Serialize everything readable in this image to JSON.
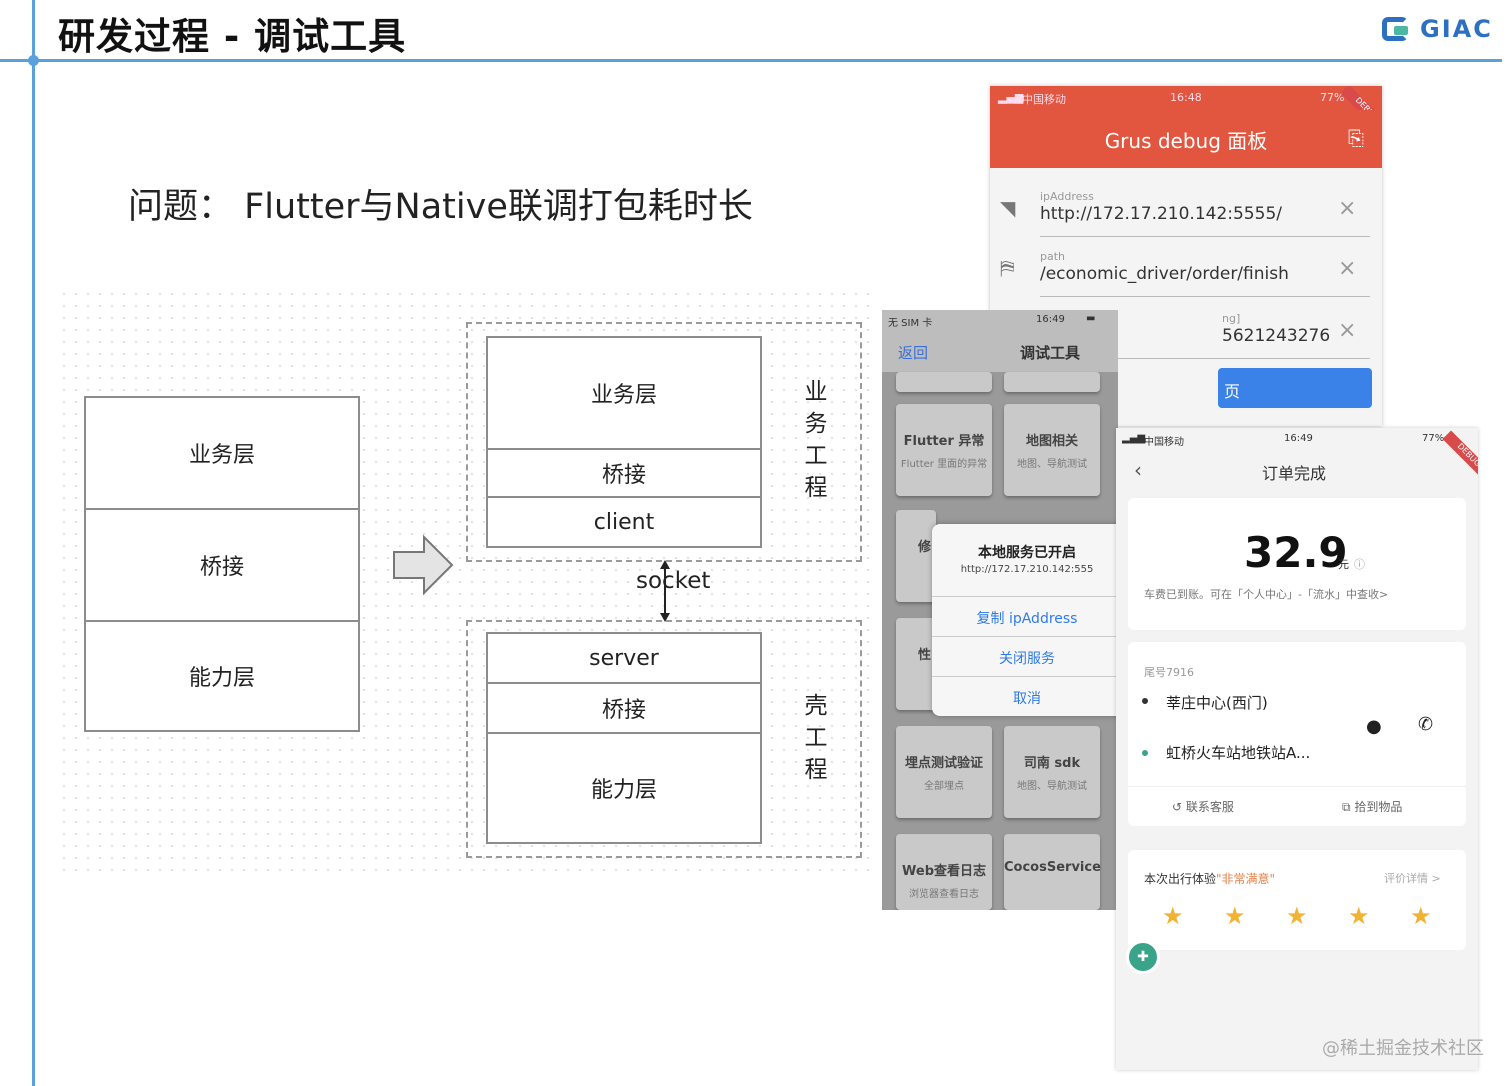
{
  "slide": {
    "title": "研发过程 - 调试工具",
    "logo_text": "GIAC",
    "question": "问题：  Flutter与Native联调打包耗时长",
    "watermark": "@稀土掘金技术社区"
  },
  "diagram": {
    "left_stack": [
      "业务层",
      "桥接",
      "能力层"
    ],
    "arrow_icon": "right-arrow-icon",
    "business_project": {
      "layers": [
        "业务层",
        "桥接",
        "client"
      ],
      "label": "业务工程"
    },
    "connector_label": "socket",
    "shell_project": {
      "layers": [
        "server",
        "桥接",
        "能力层"
      ],
      "label": "壳工程"
    }
  },
  "phone_debug_panel": {
    "status_carrier": "中国移动",
    "status_time": "16:48",
    "status_battery": "77%",
    "ribbon": "DEBUG",
    "title": "Grus debug 面板",
    "fields": [
      {
        "label": "ipAddress",
        "value": "http://172.17.210.142:5555/",
        "icon": "wifi-icon"
      },
      {
        "label": "path",
        "value": "/economic_driver/order/finish",
        "icon": "route-icon"
      },
      {
        "label": "ng]",
        "value": "5621243276",
        "icon": ""
      }
    ],
    "button_partial": "页"
  },
  "phone_tools": {
    "status_left": "无 SIM 卡",
    "status_time": "16:49",
    "back": "返回",
    "title": "调试工具",
    "tiles": [
      {
        "title": "Flutter 异常",
        "sub": "Flutter 里面的异常"
      },
      {
        "title": "地图相关",
        "sub": "地图、导航测试"
      },
      {
        "title": "修",
        "sub": ""
      },
      {
        "title": "性",
        "sub": ""
      },
      {
        "title": "埋点测试验证",
        "sub": "全部埋点"
      },
      {
        "title": "司南 sdk",
        "sub": "地图、导航测试"
      },
      {
        "title": "Web查看日志",
        "sub": "浏览器查看日志"
      },
      {
        "title": "CocosService",
        "sub": ""
      }
    ],
    "dialog": {
      "title": "本地服务已开启",
      "url": "http://172.17.210.142:555",
      "actions": [
        "复制 ipAddress",
        "关闭服务",
        "取消"
      ]
    }
  },
  "phone_order": {
    "status_carrier": "中国移动",
    "status_time": "16:49",
    "status_battery": "77%",
    "ribbon": "DEBUG",
    "title": "订单完成",
    "amount": "32.9",
    "unit": "元",
    "note": "车费已到账。可在「个人中心」-「流水」中查收>",
    "tail_number": "尾号7916",
    "from": "莘庄中心(西门)",
    "to": "虹桥火车站地铁站A...",
    "contact": "联系客服",
    "lost": "拾到物品",
    "rating_label": "本次出行体验",
    "rating_value": "\"非常满意\"",
    "rating_link": "评价详情 >",
    "stars": 5
  },
  "colors": {
    "accent_blue": "#5aa0dc",
    "debug_red": "#e2553f",
    "button_blue": "#3b82e8",
    "link_blue": "#2f7be5",
    "star": "#f2b233",
    "order_green": "#3aa48a"
  }
}
